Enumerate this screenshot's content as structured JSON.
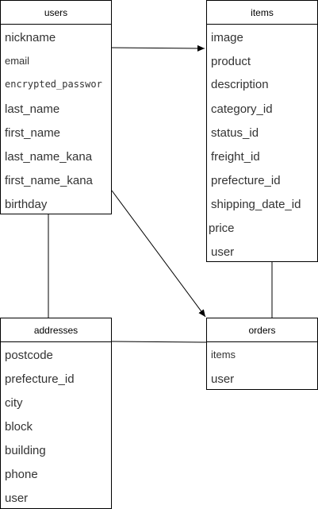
{
  "entities": {
    "users": {
      "title": "users",
      "fields": [
        "nickname",
        "email",
        "encrypted_passwor",
        "last_name",
        "first_name",
        "last_name_kana",
        "first_name_kana",
        "birthday"
      ]
    },
    "items": {
      "title": "items",
      "fields": [
        "image",
        "product",
        "description",
        "category_id",
        "status_id",
        "freight_id",
        "prefecture_id",
        "shipping_date_id",
        "price",
        "user"
      ]
    },
    "addresses": {
      "title": "addresses",
      "fields": [
        "postcode",
        "prefecture_id",
        "city",
        "block",
        "building",
        "phone",
        "user"
      ]
    },
    "orders": {
      "title": "orders",
      "fields": [
        "items",
        "user"
      ]
    }
  },
  "colors": {
    "line": "#000000",
    "border": "#000000",
    "text": "#333333"
  }
}
